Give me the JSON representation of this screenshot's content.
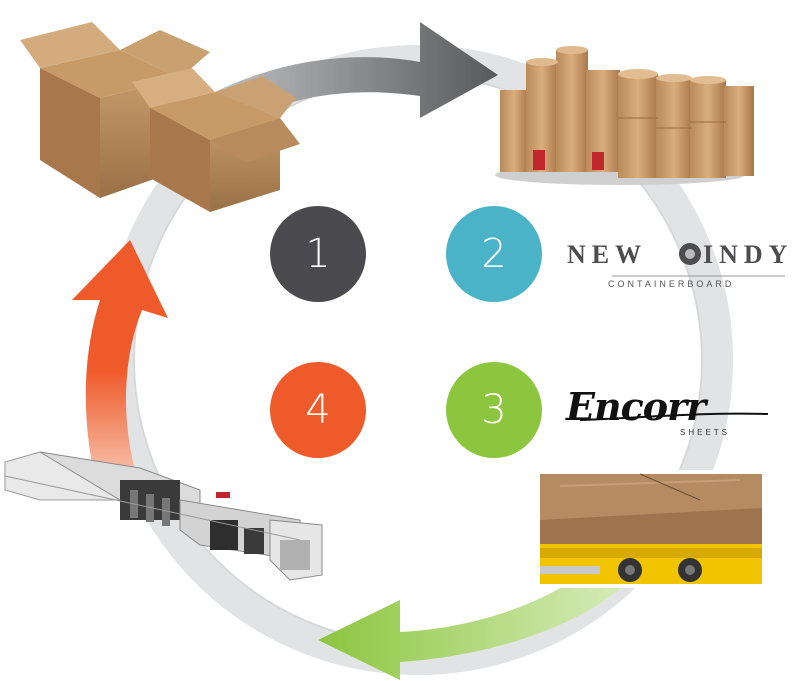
{
  "steps": [
    {
      "label": "1",
      "color": "#4a4a4f"
    },
    {
      "label": "2",
      "color": "#4bb3c7"
    },
    {
      "label": "3",
      "color": "#8cc63f"
    },
    {
      "label": "4",
      "color": "#ef5a2a"
    }
  ],
  "colors": {
    "ring": "#e2e3e4",
    "arrow_gray": "#58595b",
    "arrow_green": "#8cc63f",
    "arrow_orange": "#ef5a2a"
  },
  "logos": {
    "new_indy": {
      "left": "NEW",
      "right": "INDY",
      "sub": "CONTAINERBOARD"
    },
    "encorr": {
      "main": "Encorr",
      "sub": "SHEETS"
    }
  },
  "images": [
    "cardboard-boxes",
    "paper-rolls",
    "corrugated-sheets",
    "box-making-machine"
  ]
}
